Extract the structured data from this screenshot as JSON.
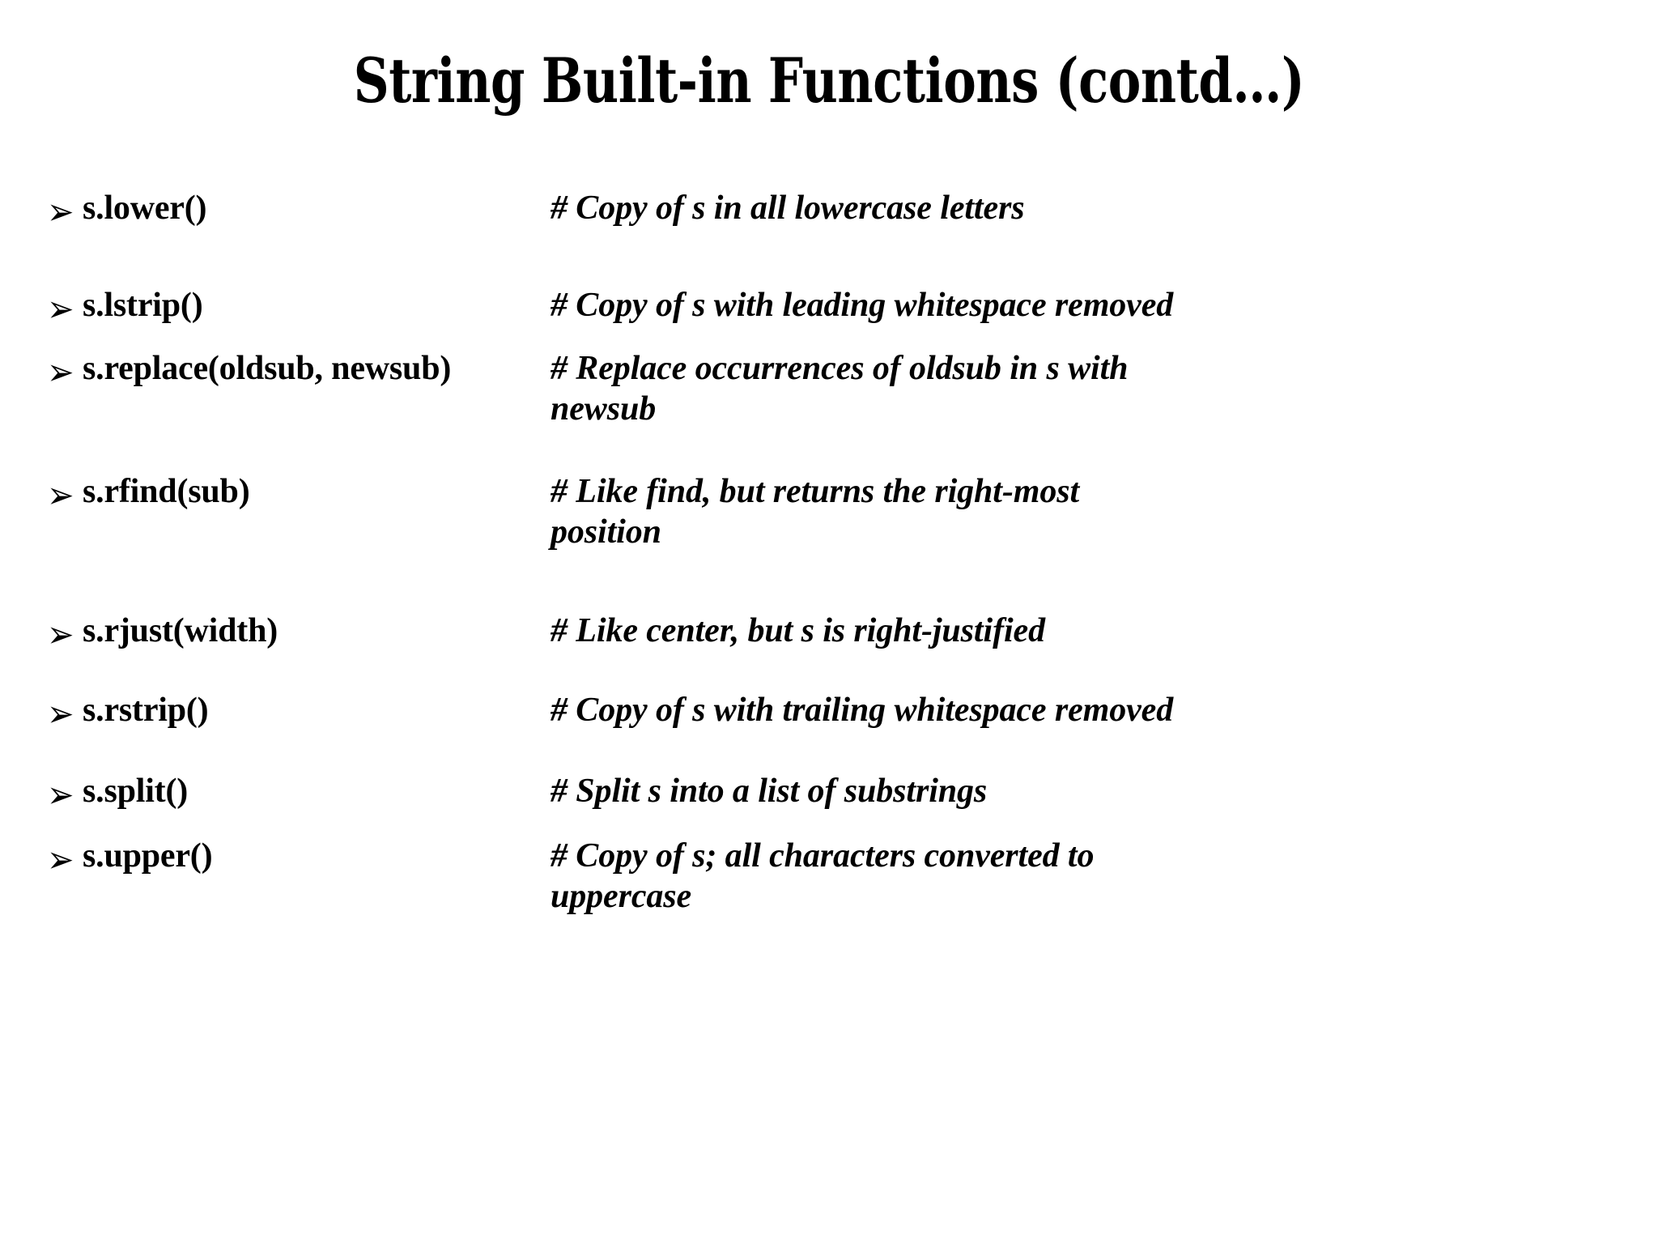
{
  "slide": {
    "title": "String Built-in Functions (contd…)",
    "background_color": "#ffffff",
    "text_color": "#000000",
    "bullet_glyph": "➢",
    "bullet_icon_name": "arrowhead-bullet-icon",
    "items": [
      {
        "name": "s.lower()",
        "description": "# Copy of s in all lowercase letters"
      },
      {
        "name": "s.lstrip()",
        "description": "# Copy of s with leading whitespace removed"
      },
      {
        "name": "s.replace(oldsub, newsub)",
        "description": "# Replace occurrences of oldsub in s with newsub"
      },
      {
        "name": "s.rfind(sub)",
        "description": "# Like find, but returns the right-most position"
      },
      {
        "name": "s.rjust(width)",
        "description": "# Like center, but s is right-justified"
      },
      {
        "name": "s.rstrip()",
        "description": "# Copy of s with trailing whitespace removed"
      },
      {
        "name": "s.split()",
        "description": "# Split s into a list of substrings"
      },
      {
        "name": "s.upper()",
        "description": "# Copy of s; all characters converted to uppercase"
      }
    ]
  }
}
